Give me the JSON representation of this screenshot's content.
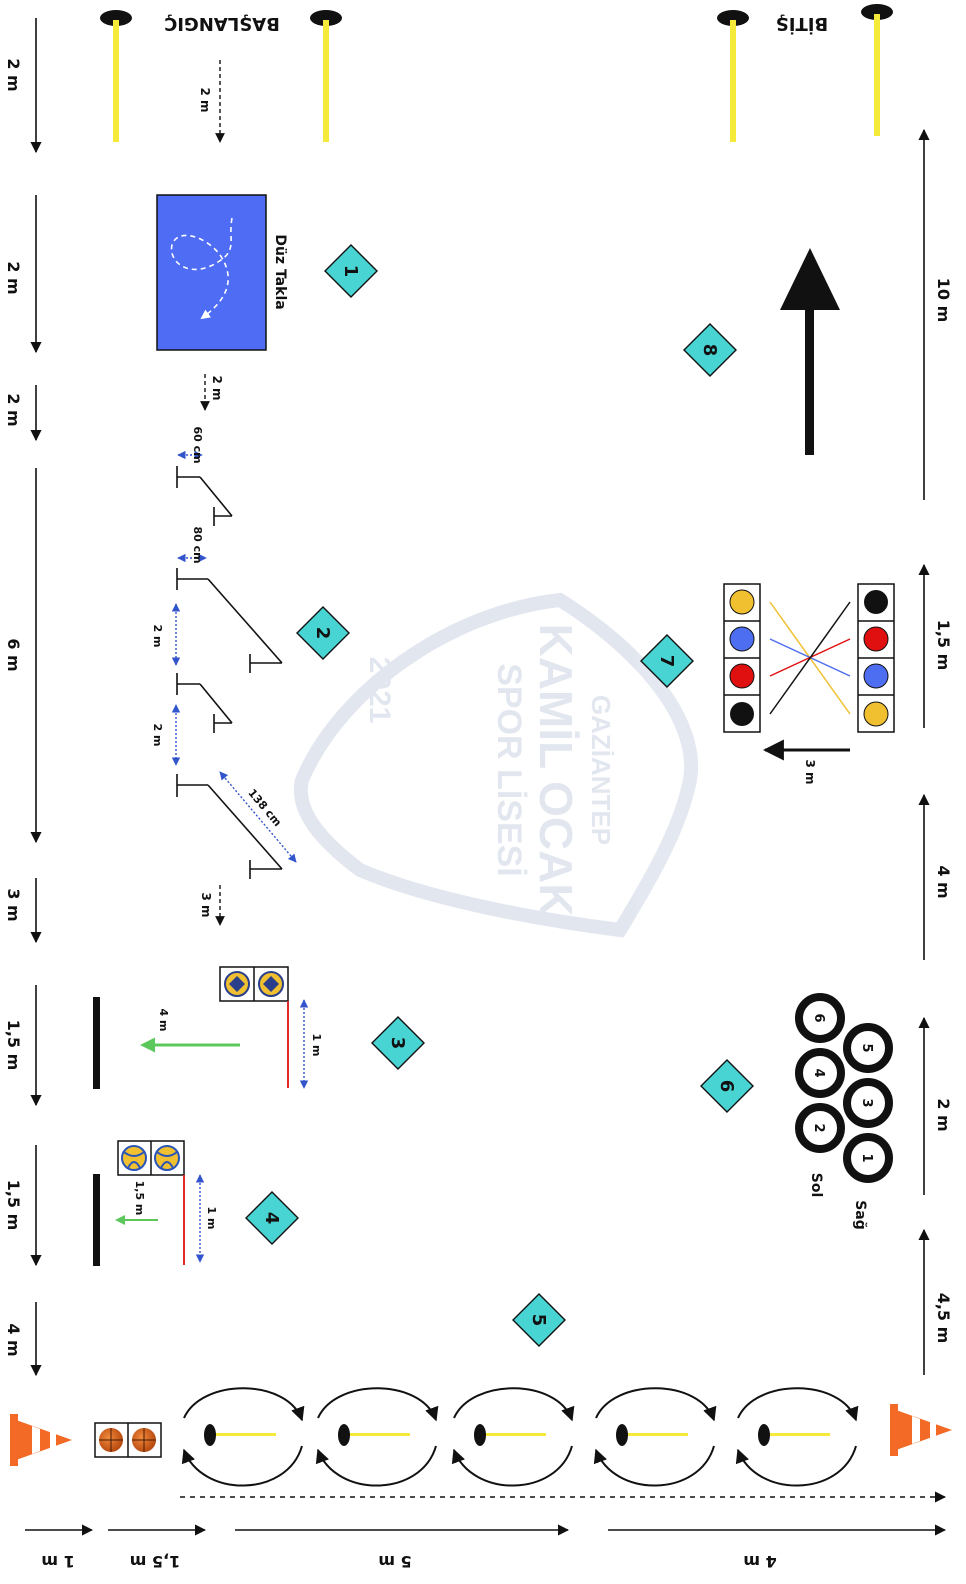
{
  "labels": {
    "start": "BAŞLANGIÇ",
    "finish": "BİTİŞ",
    "somersault": "Düz Takla",
    "right": "Sağ",
    "left": "Sol"
  },
  "station_numbers": [
    "1",
    "2",
    "3",
    "4",
    "5",
    "6",
    "7",
    "8"
  ],
  "left_distances": [
    "2 m",
    "2 m",
    "2 m",
    "6 m",
    "3 m",
    "1,5 m",
    "1,5 m",
    "4 m"
  ],
  "right_distances": [
    "10 m",
    "1,5 m",
    "4 m",
    "2 m",
    "4,5 m"
  ],
  "bottom_distances": [
    "1 m",
    "1,5 m",
    "5 m",
    "4 m"
  ],
  "inner_labels": {
    "d_start": "2 m",
    "d_mat": "2 m",
    "hurdle_60": "60 cm",
    "hurdle_80": "80 cm",
    "gap_1": "2 m",
    "gap_2": "2 m",
    "diag_138": "138 cm",
    "d_after_hurdles": "3 m",
    "throw_4m": "4 m",
    "line_1m_a": "1 m",
    "throw_15m": "1,5 m",
    "line_1m_b": "1 m",
    "arrow_3m": "3 m"
  },
  "tires": [
    "1",
    "2",
    "3",
    "4",
    "5",
    "6"
  ],
  "watermark": {
    "line1": "GAZİANTEP",
    "line2": "KAMİL OCAK",
    "line3": "SPOR LİSESİ",
    "year": "2021"
  },
  "colors": {
    "station_marker": "#49d4d4",
    "mat": "#4f6cf5",
    "green_arrow": "#5cc85c",
    "red_line": "#e02b2b",
    "cone": "#f26a25",
    "pole": "#f5ea3a",
    "hurdle_dim": "#3355cc",
    "ball_black": "#111111",
    "ball_red": "#e01010",
    "ball_blue": "#4d6ef0",
    "ball_yellow": "#f0c030"
  }
}
